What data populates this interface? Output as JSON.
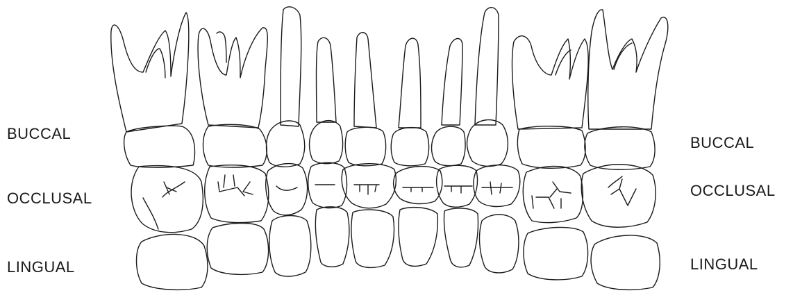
{
  "labels": {
    "left": {
      "buccal": "BUCCAL",
      "occlusal": "OCCLUSAL",
      "lingual": "LINGUAL"
    },
    "right": {
      "buccal": "BUCCAL",
      "occlusal": "OCCLUSAL",
      "lingual": "LINGUAL"
    }
  },
  "colors": {
    "ink": "#1a1a1a",
    "background": "#ffffff"
  }
}
